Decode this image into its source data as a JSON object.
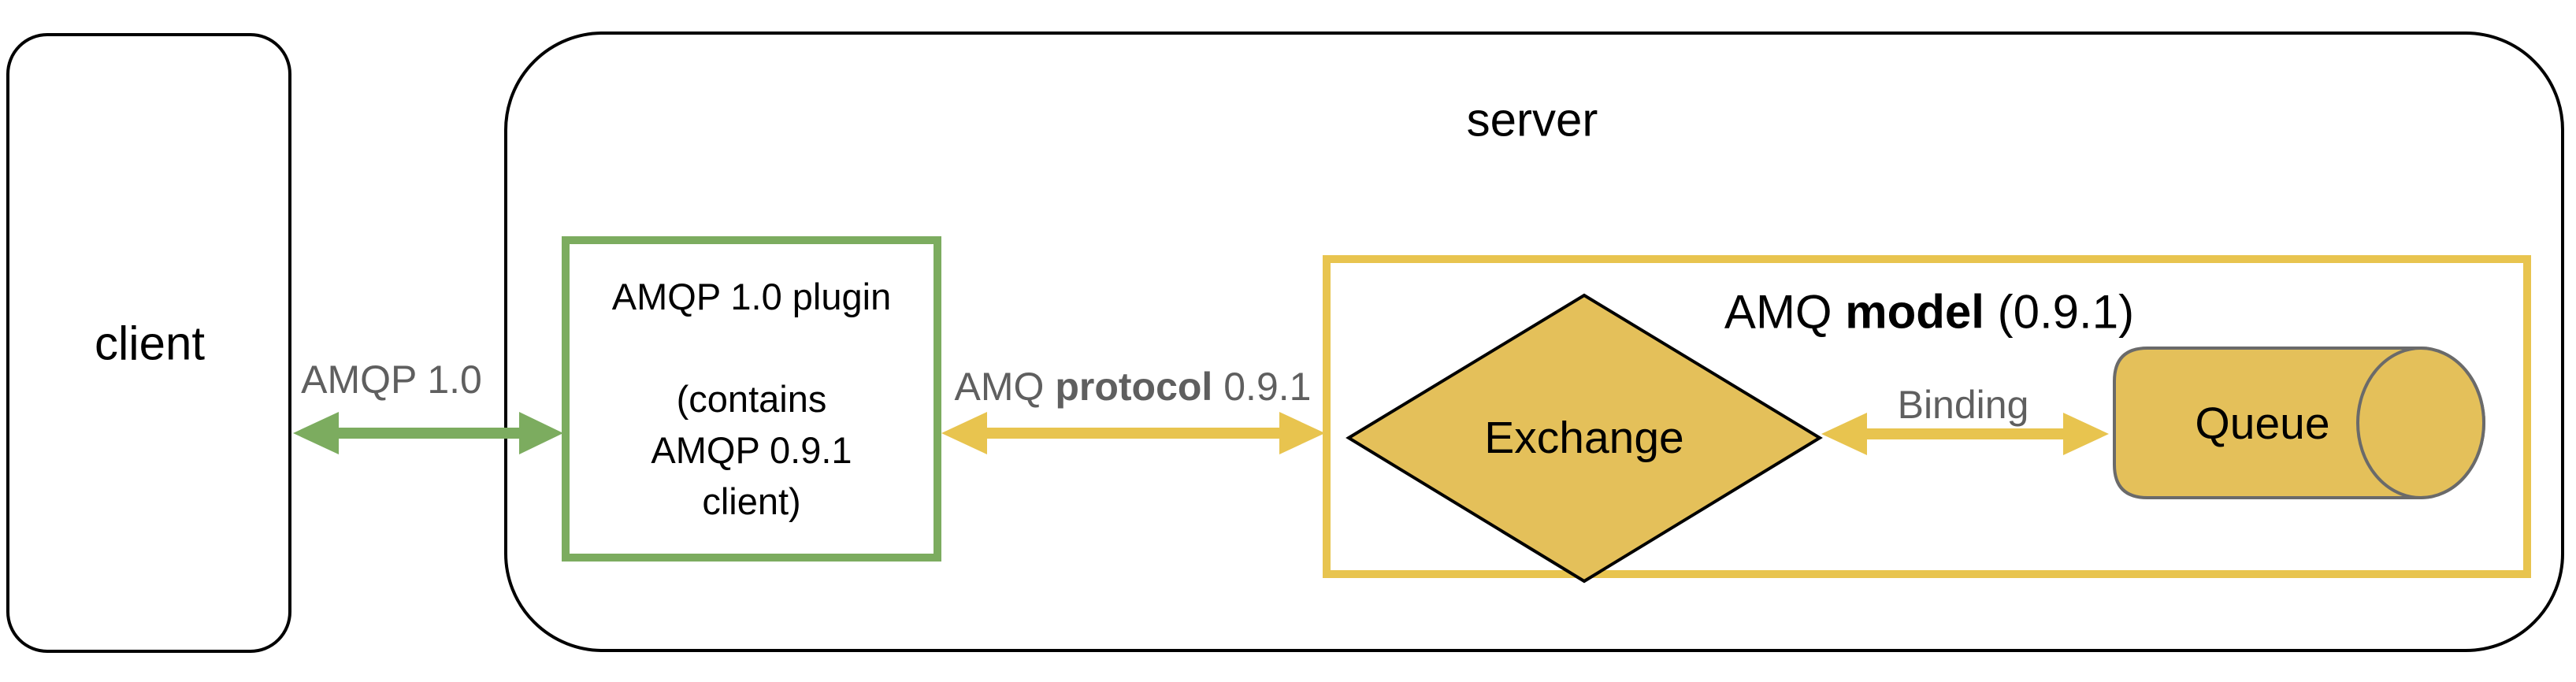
{
  "client": {
    "label": "client"
  },
  "server": {
    "label": "server"
  },
  "plugin": {
    "line1": "AMQP 1.0 plugin",
    "line2": "(contains",
    "line3": "AMQP 0.9.1",
    "line4": "client)"
  },
  "links": {
    "amqp10": {
      "label": "AMQP 1.0"
    },
    "protocol": {
      "pre": "AMQ",
      "bold": "protocol",
      "post": "0.9.1"
    },
    "binding": {
      "label": "Binding"
    }
  },
  "model": {
    "pre": "AMQ",
    "bold": "model",
    "post": "(0.9.1)"
  },
  "exchange": {
    "label": "Exchange"
  },
  "queue": {
    "label": "Queue"
  },
  "colors": {
    "green": "#7CAC5F",
    "yellow": "#E8C44F",
    "shapefill": "#E4C05A",
    "graytext": "#5F5F5F",
    "graystroke": "#6A6A6A"
  }
}
